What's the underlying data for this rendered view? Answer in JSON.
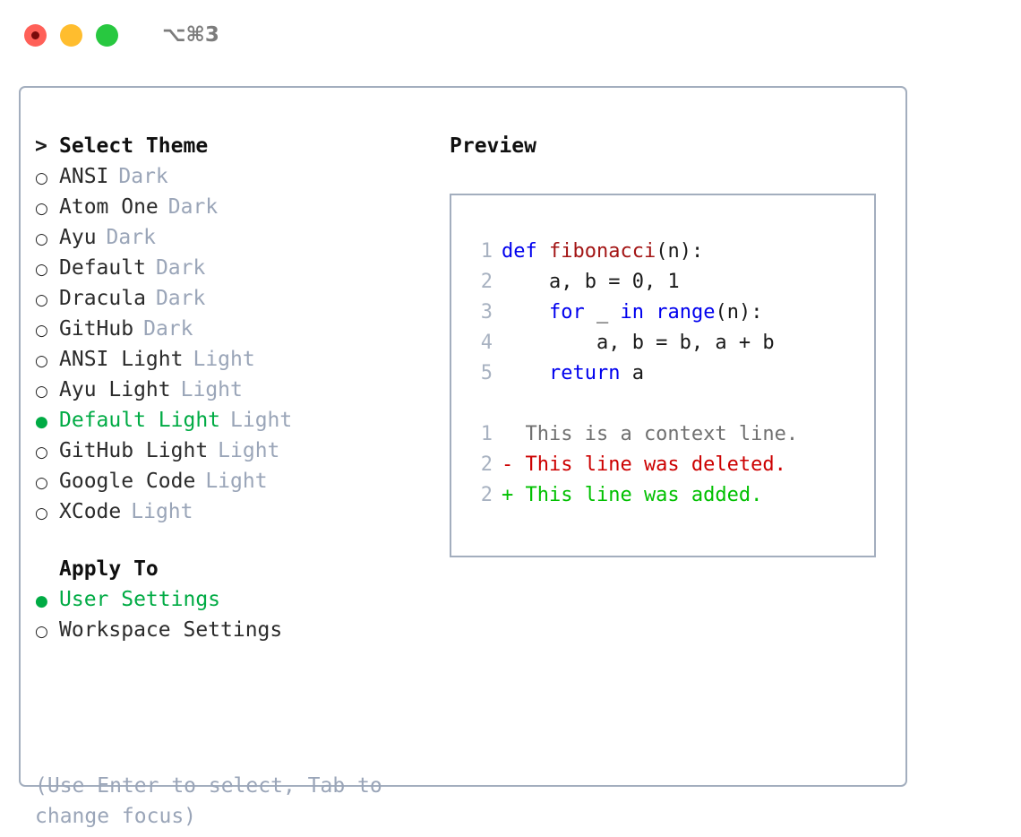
{
  "window": {
    "traffic_lights": [
      {
        "name": "close-button",
        "color": "#ff6058"
      },
      {
        "name": "minimize-button",
        "color": "#ffbd2e"
      },
      {
        "name": "maximize-button",
        "color": "#28c840"
      }
    ],
    "shortcut": "⌥⌘3"
  },
  "theme_list": {
    "header": {
      "marker": "caret",
      "label": "Select Theme"
    },
    "items": [
      {
        "marker": "radio-off",
        "label": "ANSI",
        "tag": "Dark",
        "selected": false
      },
      {
        "marker": "radio-off",
        "label": "Atom One",
        "tag": "Dark",
        "selected": false
      },
      {
        "marker": "radio-off",
        "label": "Ayu",
        "tag": "Dark",
        "selected": false
      },
      {
        "marker": "radio-off",
        "label": "Default",
        "tag": "Dark",
        "selected": false
      },
      {
        "marker": "radio-off",
        "label": "Dracula",
        "tag": "Dark",
        "selected": false
      },
      {
        "marker": "radio-off",
        "label": "GitHub",
        "tag": "Dark",
        "selected": false
      },
      {
        "marker": "radio-off",
        "label": "ANSI Light",
        "tag": "Light",
        "selected": false
      },
      {
        "marker": "radio-off",
        "label": "Ayu Light",
        "tag": "Light",
        "selected": false
      },
      {
        "marker": "radio-on",
        "label": "Default Light",
        "tag": "Light",
        "selected": true
      },
      {
        "marker": "radio-off",
        "label": "GitHub Light",
        "tag": "Light",
        "selected": false
      },
      {
        "marker": "radio-off",
        "label": "Google Code",
        "tag": "Light",
        "selected": false
      },
      {
        "marker": "radio-off",
        "label": "XCode",
        "tag": "Light",
        "selected": false
      }
    ]
  },
  "apply_to": {
    "header": {
      "marker": "blank",
      "label": "Apply To"
    },
    "items": [
      {
        "marker": "radio-on",
        "label": "User Settings",
        "selected": true
      },
      {
        "marker": "radio-off",
        "label": "Workspace Settings",
        "selected": false
      }
    ]
  },
  "hint": "(Use Enter to select, Tab to change focus)",
  "preview": {
    "title": "Preview",
    "code_lines": [
      {
        "num": "1",
        "tokens": [
          {
            "t": "def ",
            "c": "tok-kw"
          },
          {
            "t": "fibonacci",
            "c": "tok-fn"
          },
          {
            "t": "(n):",
            "c": "tok-plain"
          }
        ]
      },
      {
        "num": "2",
        "tokens": [
          {
            "t": "    a, b = 0, 1",
            "c": "tok-plain"
          }
        ]
      },
      {
        "num": "3",
        "tokens": [
          {
            "t": "    ",
            "c": "tok-plain"
          },
          {
            "t": "for",
            "c": "tok-kw"
          },
          {
            "t": " _ ",
            "c": "tok-plain"
          },
          {
            "t": "in",
            "c": "tok-kw"
          },
          {
            "t": " ",
            "c": "tok-plain"
          },
          {
            "t": "range",
            "c": "tok-builtin"
          },
          {
            "t": "(n):",
            "c": "tok-plain"
          }
        ]
      },
      {
        "num": "4",
        "tokens": [
          {
            "t": "        a, b = b, a + b",
            "c": "tok-plain"
          }
        ]
      },
      {
        "num": "5",
        "tokens": [
          {
            "t": "    ",
            "c": "tok-plain"
          },
          {
            "t": "return",
            "c": "tok-kw"
          },
          {
            "t": " a",
            "c": "tok-plain"
          }
        ]
      },
      {
        "num": "",
        "tokens": [],
        "gap": true
      },
      {
        "num": "1",
        "tokens": [
          {
            "t": "  This is a context line.",
            "c": "tok-ctx"
          }
        ]
      },
      {
        "num": "2",
        "tokens": [
          {
            "t": "- This line was deleted.",
            "c": "tok-del"
          }
        ]
      },
      {
        "num": "2",
        "tokens": [
          {
            "t": "+ This line was added.",
            "c": "tok-add"
          }
        ]
      }
    ]
  }
}
